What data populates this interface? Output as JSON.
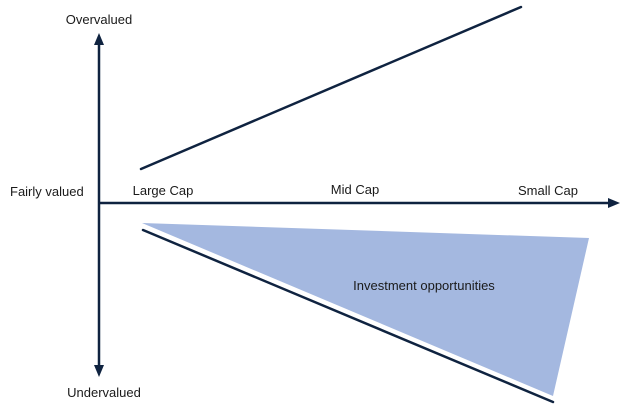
{
  "diagram": {
    "y_axis": {
      "top_label": "Overvalued",
      "middle_label": "Fairly valued",
      "bottom_label": "Undervalued"
    },
    "x_axis": {
      "categories": [
        "Large Cap",
        "Mid Cap",
        "Small Cap"
      ]
    },
    "region": {
      "label": "Investment opportunities"
    }
  },
  "colors": {
    "axis": "#0f2340",
    "trend_line": "#0f2340",
    "region_fill": "#a4b8e0",
    "text": "#1a1a1a"
  }
}
